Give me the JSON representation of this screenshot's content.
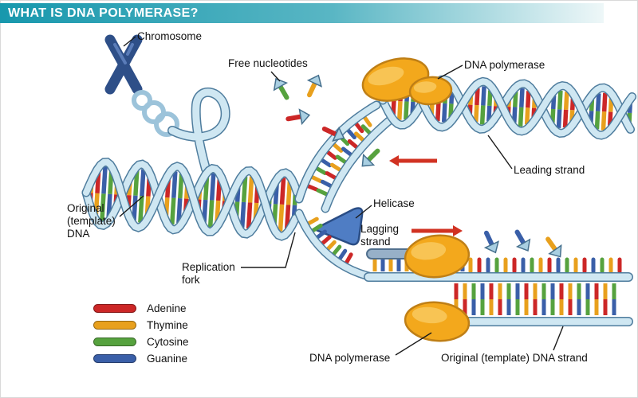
{
  "header": {
    "title": "WHAT IS DNA POLYMERASE?"
  },
  "labels": {
    "chromosome": "Chromosome",
    "free_nucleotides": "Free nucleotides",
    "dna_polymerase_top": "DNA polymerase",
    "leading_strand": "Leading strand",
    "helicase": "Helicase",
    "lagging_strand": "Lagging\nstrand",
    "original_template_dna": "Original\n(template)\nDNA",
    "replication_fork": "Replication\nfork",
    "dna_polymerase_bottom": "DNA polymerase",
    "original_template_dna_strand": "Original (template) DNA strand"
  },
  "legend": {
    "items": [
      {
        "name": "adenine",
        "label": "Adenine",
        "color": "#cc2727"
      },
      {
        "name": "thymine",
        "label": "Thymine",
        "color": "#e8a01d"
      },
      {
        "name": "cytosine",
        "label": "Cytosine",
        "color": "#56a23e"
      },
      {
        "name": "guanine",
        "label": "Guanine",
        "color": "#3a5fa8"
      }
    ]
  },
  "colors": {
    "title_bar": "#1898ad",
    "dna_backbone": "#cfe7f2",
    "dna_backbone_outline": "#4f7d9e",
    "new_strand_rod": "#97b0c8",
    "new_strand_rod_outline": "#51708e",
    "polymerase": "#f3a81c",
    "polymerase_outline": "#bf7f16",
    "helicase": "#4f7dc4",
    "helicase_outline": "#2a4d85",
    "direction_arrow": "#d13222",
    "chromosome": "#2e4f88",
    "nucleotide_cap": "#a9cfe2",
    "connector_line": "#1a1a1a"
  }
}
